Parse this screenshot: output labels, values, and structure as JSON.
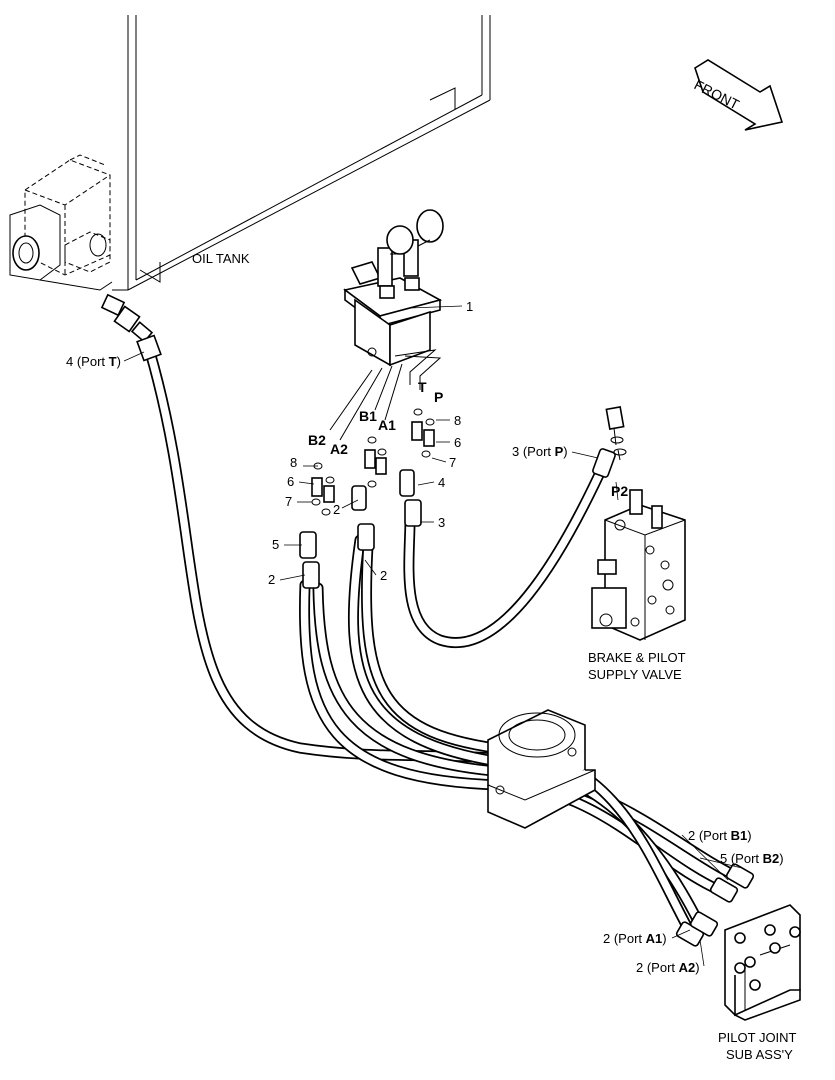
{
  "labels": {
    "front": "FRONT",
    "oil_tank": "OIL TANK",
    "brake_valve_1": "BRAKE & PILOT",
    "brake_valve_2": "SUPPLY VALVE",
    "pilot_joint_1": "PILOT JOINT",
    "pilot_joint_2": "SUB ASS'Y",
    "p2": "P2"
  },
  "callouts": {
    "port_t": {
      "num": "4 (Port ",
      "port": "T",
      "close": ")"
    },
    "port_p": {
      "num": "3 (Port ",
      "port": "P",
      "close": ")"
    },
    "port_b1": {
      "num": "2 (Port ",
      "port": "B1",
      "close": ")"
    },
    "port_b2": {
      "num": "5 (Port ",
      "port": "B2",
      "close": ")"
    },
    "port_a1": {
      "num": "2 (Port ",
      "port": "A1",
      "close": ")"
    },
    "port_a2": {
      "num": "2 (Port ",
      "port": "A2",
      "close": ")"
    }
  },
  "ports": {
    "b2": "B2",
    "a2": "A2",
    "b1": "B1",
    "a1": "A1",
    "t": "T",
    "p": "P"
  },
  "part_numbers": {
    "n1": "1",
    "n8a": "8",
    "n6a": "6",
    "n7a": "7",
    "n8b": "8",
    "n6b": "6",
    "n7b": "7",
    "n4": "4",
    "n3": "3",
    "n5": "5",
    "n2a": "2",
    "n2b": "2",
    "n2c": "2"
  },
  "icons": [
    "front-arrow-icon"
  ]
}
